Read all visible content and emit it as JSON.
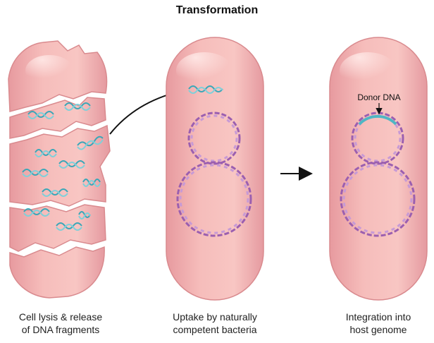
{
  "title": "Transformation",
  "panels": [
    {
      "caption_line1": "Cell lysis & release",
      "caption_line2": "of DNA fragments"
    },
    {
      "caption_line1": "Uptake by naturally",
      "caption_line2": "competent bacteria"
    },
    {
      "caption_line1": "Integration into",
      "caption_line2": "host genome"
    }
  ],
  "donor_label": "Donor DNA",
  "colors": {
    "cell_fill": "#f4b3b3",
    "cell_edge": "#d98a8e",
    "cell_highlight": "#fbd9d8",
    "host_dna": "#9b5fb0",
    "donor_dna": "#4fb6c4",
    "arrow": "#111111"
  }
}
